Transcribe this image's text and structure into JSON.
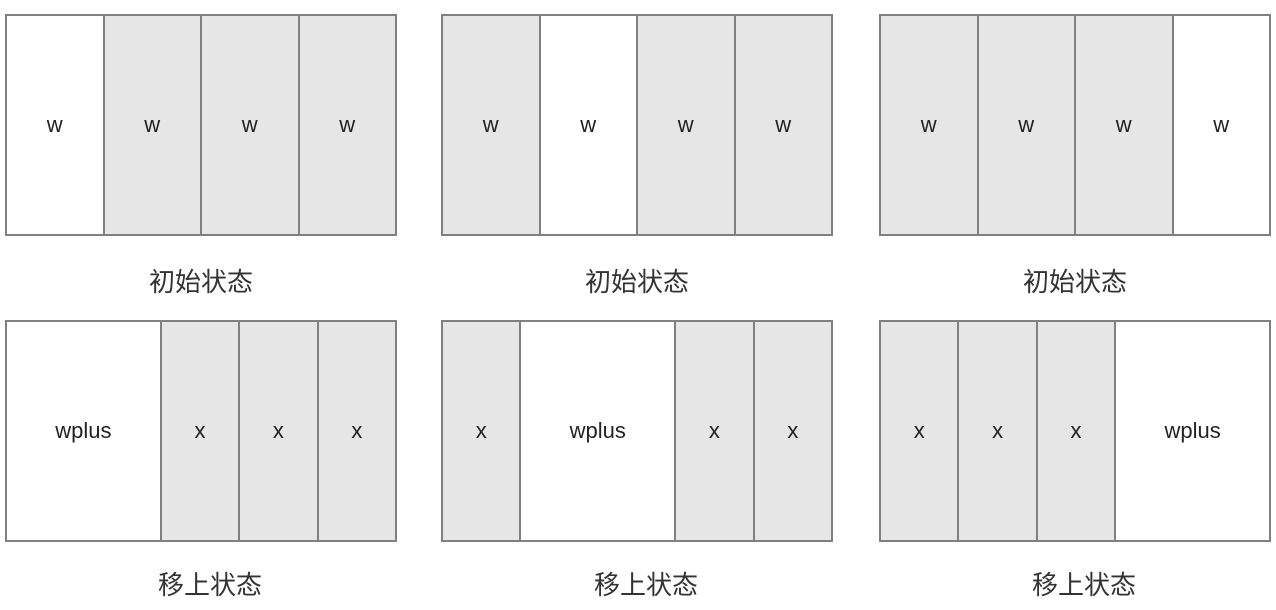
{
  "colors": {
    "highlight": "#ffffff",
    "normal": "#e6e6e6",
    "border": "#808080"
  },
  "panels": [
    {
      "caption": "初始状态",
      "cells": [
        {
          "label": "w",
          "weight": 1,
          "highlight": true
        },
        {
          "label": "w",
          "weight": 1,
          "highlight": false
        },
        {
          "label": "w",
          "weight": 1,
          "highlight": false
        },
        {
          "label": "w",
          "weight": 1,
          "highlight": false
        }
      ]
    },
    {
      "caption": "初始状态",
      "cells": [
        {
          "label": "w",
          "weight": 1,
          "highlight": false
        },
        {
          "label": "w",
          "weight": 1,
          "highlight": true
        },
        {
          "label": "w",
          "weight": 1,
          "highlight": false
        },
        {
          "label": "w",
          "weight": 1,
          "highlight": false
        }
      ]
    },
    {
      "caption": "初始状态",
      "cells": [
        {
          "label": "w",
          "weight": 1,
          "highlight": false
        },
        {
          "label": "w",
          "weight": 1,
          "highlight": false
        },
        {
          "label": "w",
          "weight": 1,
          "highlight": false
        },
        {
          "label": "w",
          "weight": 1,
          "highlight": true
        }
      ]
    },
    {
      "caption": "移上状态",
      "cells": [
        {
          "label": "wplus",
          "weight": 2,
          "highlight": true
        },
        {
          "label": "x",
          "weight": 1,
          "highlight": false
        },
        {
          "label": "x",
          "weight": 1,
          "highlight": false
        },
        {
          "label": "x",
          "weight": 1,
          "highlight": false
        }
      ]
    },
    {
      "caption": "移上状态",
      "cells": [
        {
          "label": "x",
          "weight": 1,
          "highlight": false
        },
        {
          "label": "wplus",
          "weight": 2,
          "highlight": true
        },
        {
          "label": "x",
          "weight": 1,
          "highlight": false
        },
        {
          "label": "x",
          "weight": 1,
          "highlight": false
        }
      ]
    },
    {
      "caption": "移上状态",
      "cells": [
        {
          "label": "x",
          "weight": 1,
          "highlight": false
        },
        {
          "label": "x",
          "weight": 1,
          "highlight": false
        },
        {
          "label": "x",
          "weight": 1,
          "highlight": false
        },
        {
          "label": "wplus",
          "weight": 2,
          "highlight": true
        }
      ]
    }
  ]
}
